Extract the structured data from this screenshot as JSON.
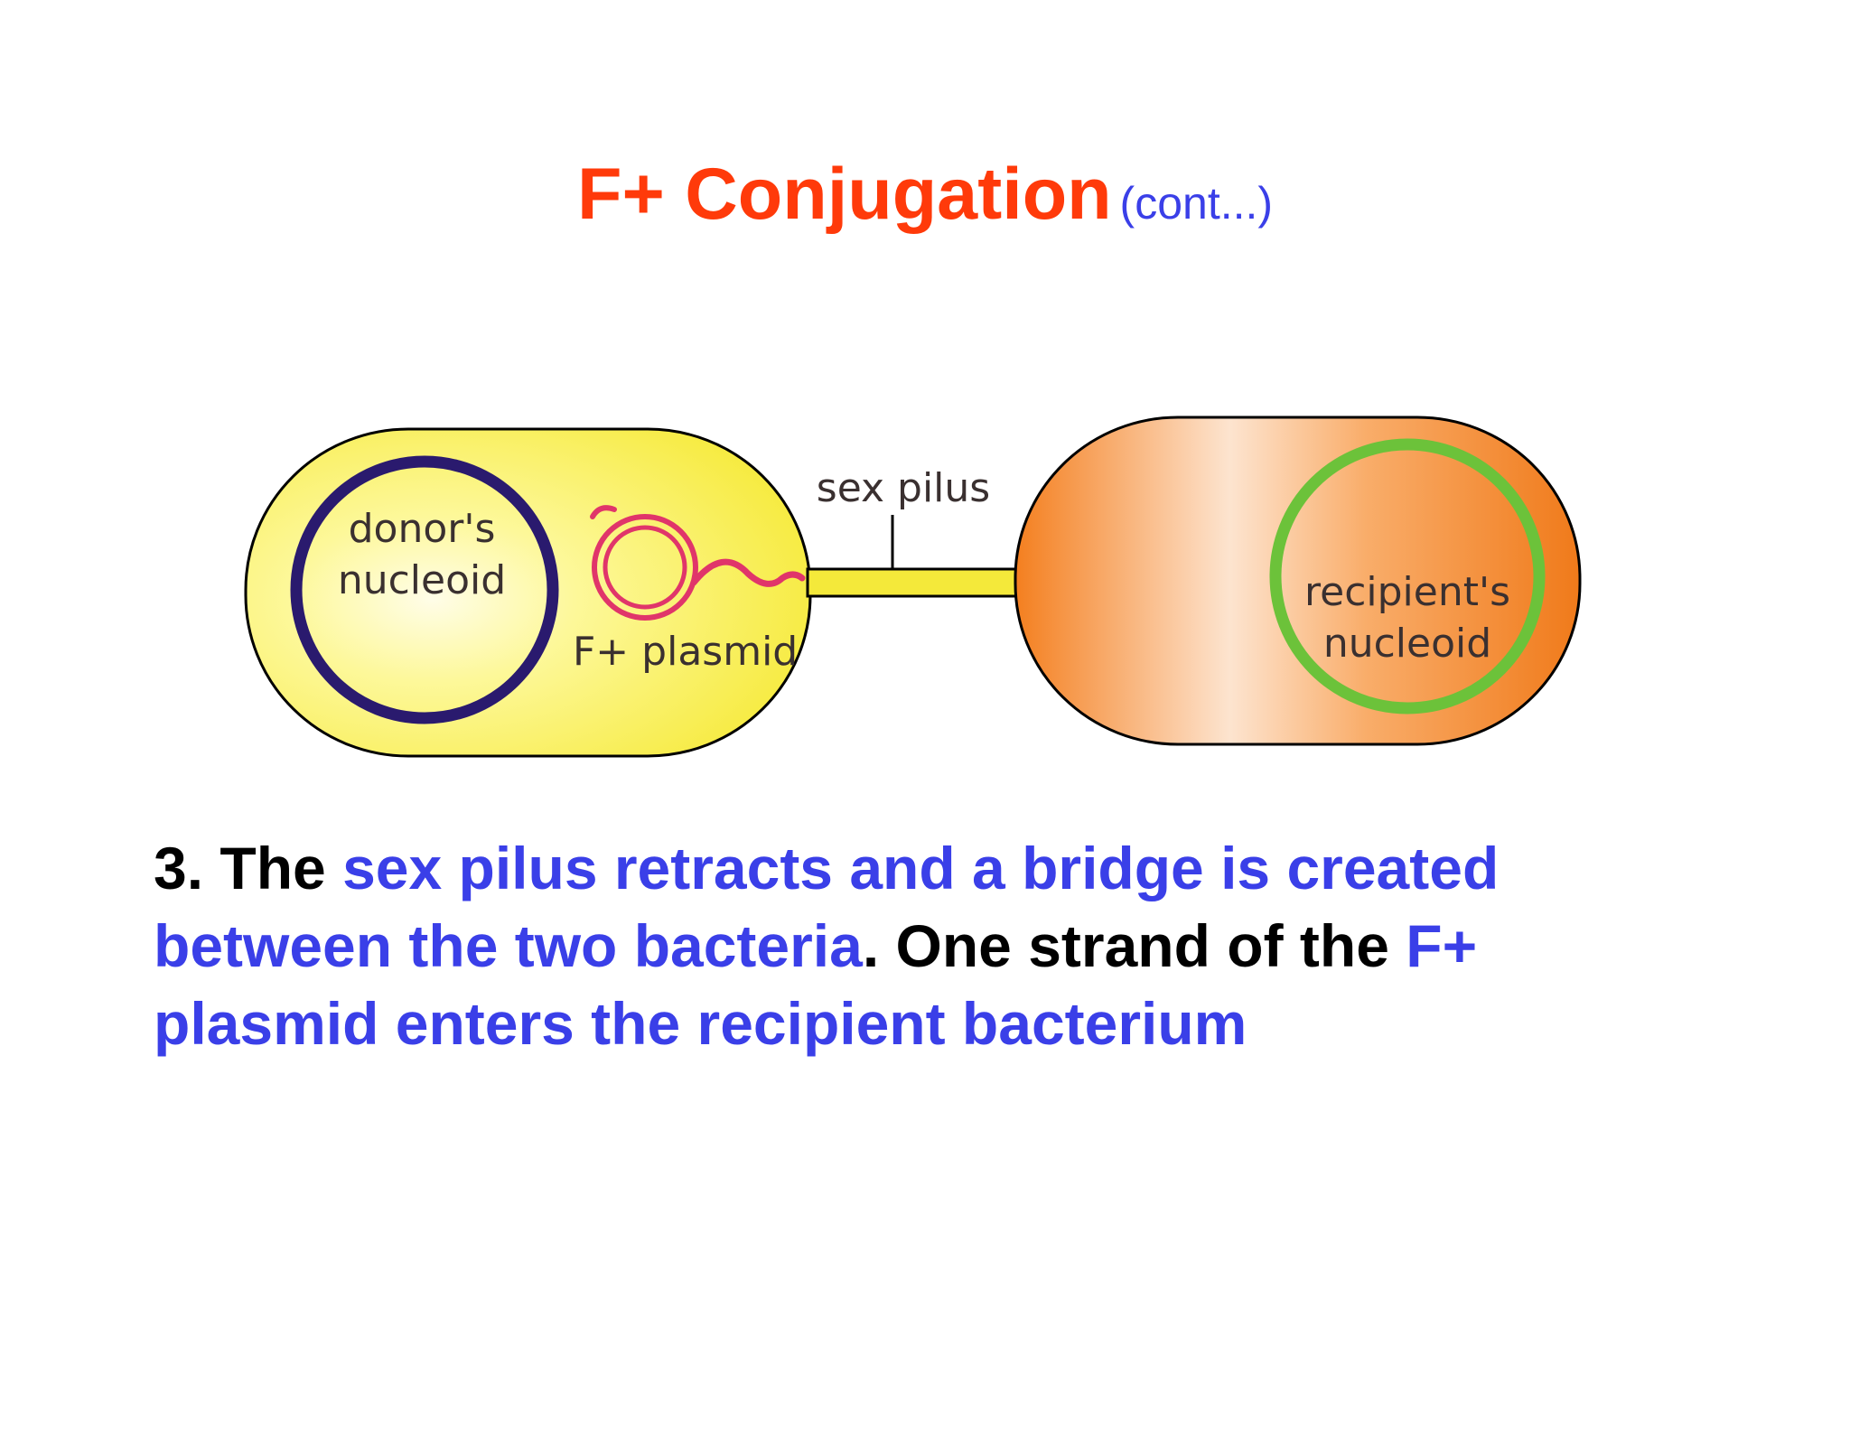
{
  "slide": {
    "title": "F+ Conjugation",
    "title_suffix": "(cont...)"
  },
  "diagram": {
    "labels": {
      "donor_nucleoid_line1": "donor's",
      "donor_nucleoid_line2": "nucleoid",
      "plasmid": "F+ plasmid",
      "sex_pilus": "sex pilus",
      "recipient_nucleoid_line1": "recipient's",
      "recipient_nucleoid_line2": "nucleoid"
    },
    "colors": {
      "donor_cell": "#fbf25a",
      "donor_nucleoid": "#2a1a6e",
      "plasmid": "#e0356a",
      "pilus": "#f4e93a",
      "recipient_cell": "#f7963e",
      "recipient_nucleoid": "#6cc23a"
    }
  },
  "caption": {
    "part1": "3. The ",
    "part2": "sex pilus retracts and a bridge is created between the two bacteria",
    "part3": ". One strand of the ",
    "part4": "F+ plasmid enters the recipient bacterium"
  }
}
